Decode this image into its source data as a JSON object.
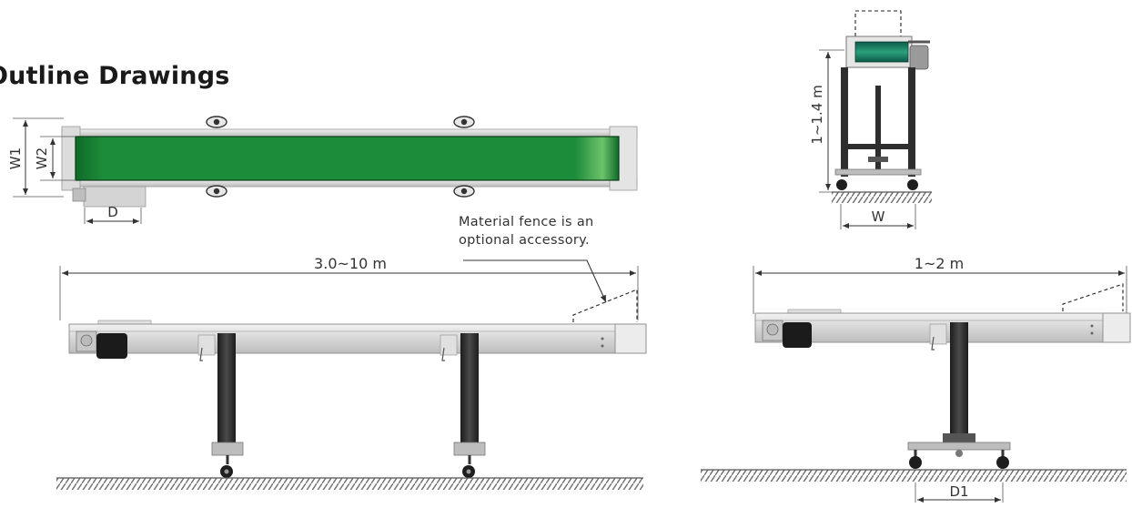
{
  "title": "Outline Drawings",
  "note": {
    "line1": "Material fence is an",
    "line2": "optional accessory."
  },
  "dimensions": {
    "w1": "W1",
    "w2": "W2",
    "d": "D",
    "length_long": "3.0~10 m",
    "height": "1~1.4 m",
    "w": "W",
    "length_short": "1~2 m",
    "d1": "D1"
  },
  "colors": {
    "belt": "#1f8f3c",
    "belt_dark": "#0d5e22",
    "frame": "#cfcfcf",
    "leg": "#2a2a2a",
    "ground": "#777777"
  }
}
